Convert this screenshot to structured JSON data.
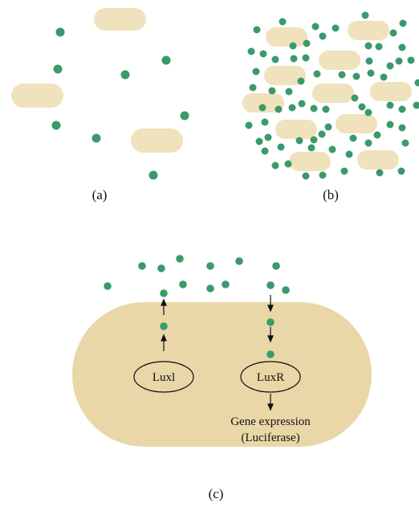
{
  "panels": {
    "a": {
      "label": "(a)"
    },
    "b": {
      "label": "(b)"
    },
    "c": {
      "label": "(c)"
    }
  },
  "cell_c": {
    "gene_left": "Luxl",
    "gene_right": "LuxR",
    "output_line1": "Gene expression",
    "output_line2": "(Luciferase)"
  },
  "colors": {
    "cell_fill": "#f0e2bc",
    "cell_fill_large": "#e9d7a8",
    "autoinducer": "#3a9a6a"
  }
}
